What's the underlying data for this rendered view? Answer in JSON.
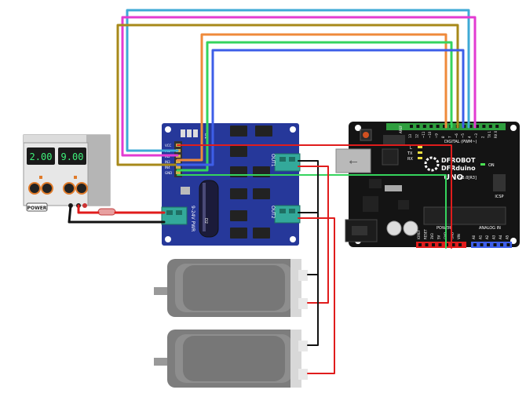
{
  "colors": {
    "board_blue": "#26389a",
    "uno_black": "#141414",
    "header_green": "#2e9e3e",
    "terminal_green": "#33a99a",
    "wire_red": "#e01c1c",
    "wire_black": "#111111",
    "wire_green": "#35d45d",
    "wire_blue": "#3d5ee8",
    "wire_orange": "#ef8a3a",
    "wire_magenta": "#e23bd2",
    "wire_cyan": "#3ea9d6",
    "wire_olive": "#a7891a",
    "motor_gray": "#7d7d7d",
    "psu_display": "#1a1a1a",
    "psu_digits": "#3ff07a"
  },
  "power_supply": {
    "display_left": "2.00",
    "display_right": "9.00",
    "power_label": "POWER"
  },
  "driver_board": {
    "pin_labels": [
      "VCC",
      "IN1",
      "IN2",
      "IN3",
      "IN4",
      "GND"
    ],
    "terminal_in_label": "9-24V PWR",
    "terminal_out1_label": "OUT1",
    "terminal_out2_label": "OUT2",
    "label_d1": "D1",
    "label_d2": "D2"
  },
  "arduino": {
    "brand_line1": "DFROBOT",
    "brand_line2": "DFRduino",
    "model": "UNO",
    "version": "V3.0[R3]",
    "digital_label": "DIGITAL (PWM~)",
    "analog_label": "ANALOG IN",
    "power_label": "POWER",
    "on_label": "ON",
    "icsp_label": "ICSP",
    "led_labels": [
      "L",
      "TX",
      "RX"
    ],
    "aref_label": "AREF",
    "digital_pins": [
      "13",
      "12",
      "~11",
      "~10",
      "~9",
      "8",
      "7",
      "~6",
      "~5",
      "4",
      "~3",
      "2",
      "TX 1",
      "RX 0"
    ],
    "power_pins": [
      "IOREF",
      "RESET",
      "3V3",
      "5V",
      "GND",
      "GND",
      "VIN"
    ],
    "analog_pins": [
      "A0",
      "A1",
      "A2",
      "A3",
      "A4",
      "A5"
    ]
  }
}
